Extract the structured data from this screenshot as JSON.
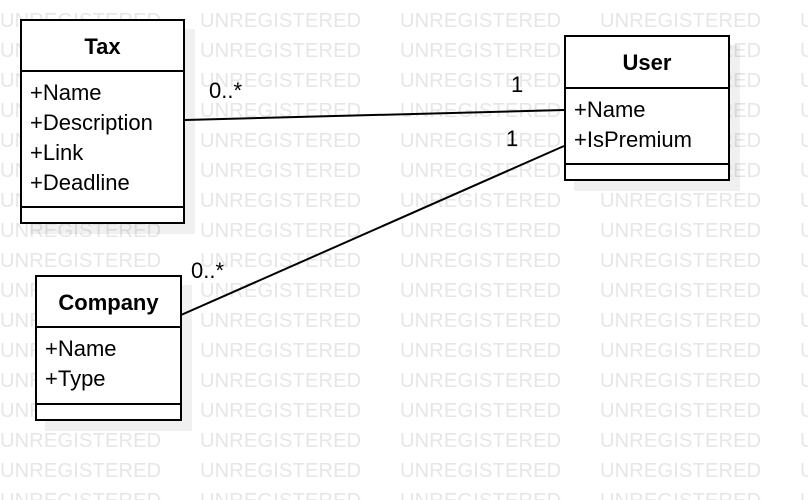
{
  "watermark": {
    "text": "UNREGISTERED"
  },
  "classes": {
    "tax": {
      "name": "Tax",
      "attributes": [
        "+Name",
        "+Description",
        "+Link",
        "+Deadline"
      ]
    },
    "user": {
      "name": "User",
      "attributes": [
        "+Name",
        "+IsPremium"
      ]
    },
    "company": {
      "name": "Company",
      "attributes": [
        "+Name",
        "+Type"
      ]
    }
  },
  "associations": {
    "tax_user": {
      "tax_end": "0..*",
      "user_end": "1"
    },
    "company_user": {
      "company_end": "0..*",
      "user_end": "1"
    }
  },
  "colors": {
    "line": "#000000",
    "watermark": "#e6e6e6",
    "background": "#ffffff"
  }
}
